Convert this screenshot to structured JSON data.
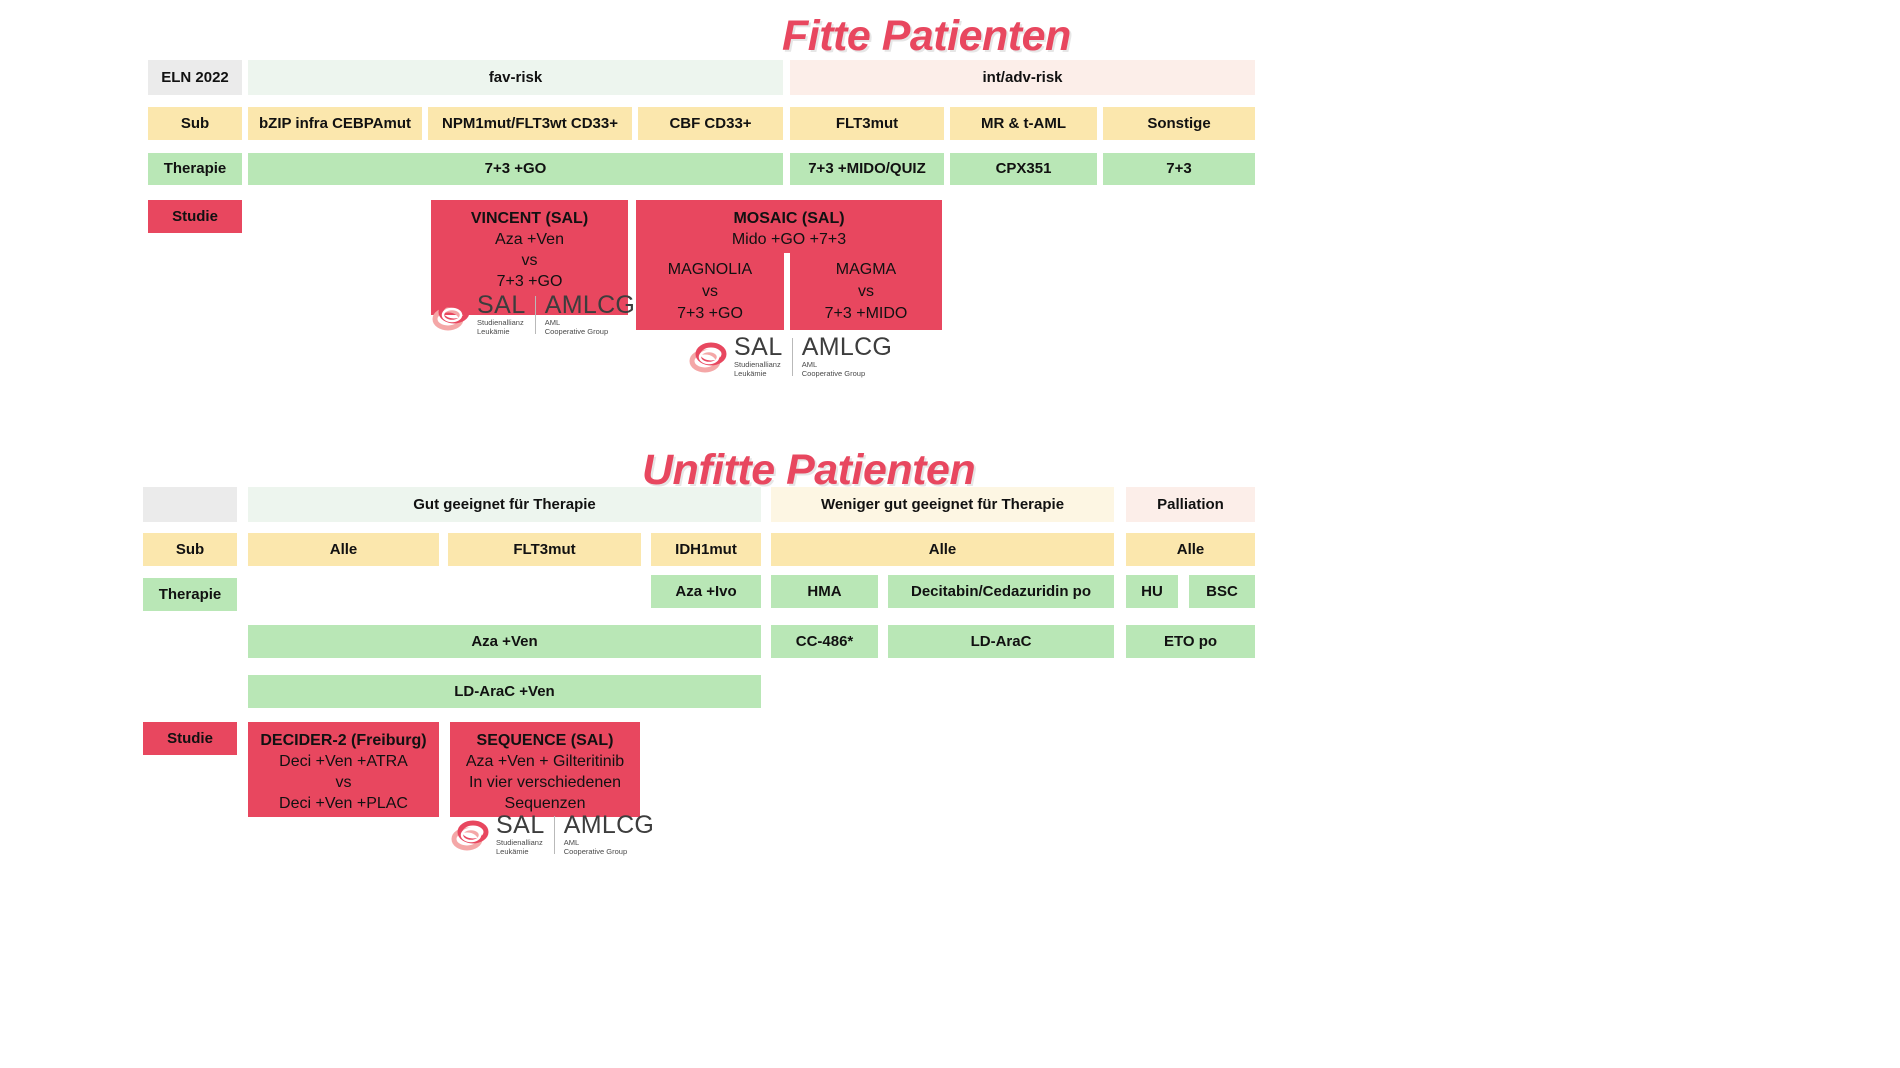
{
  "fit_section": {
    "title": "Fitte Patienten",
    "row_labels": {
      "eln": "ELN 2022",
      "sub": "Sub",
      "therapie": "Therapie",
      "studie": "Studie"
    },
    "risk_groups": [
      {
        "label": "fav-risk"
      },
      {
        "label": "int/adv-risk"
      }
    ],
    "sub_cells": [
      {
        "label": "bZIP infra CEBPAmut"
      },
      {
        "label": "NPM1mut/FLT3wt CD33+"
      },
      {
        "label": "CBF CD33+"
      },
      {
        "label": "FLT3mut"
      },
      {
        "label": "MR & t-AML"
      },
      {
        "label": "Sonstige"
      }
    ],
    "therapy_cells": [
      {
        "label": "7+3 +GO"
      },
      {
        "label": "7+3 +MIDO/QUIZ"
      },
      {
        "label": "CPX351"
      },
      {
        "label": "7+3"
      }
    ],
    "studies": [
      {
        "title": "VINCENT (SAL)",
        "lines": [
          "Aza +Ven",
          "vs",
          "7+3 +GO"
        ]
      },
      {
        "title": "MOSAIC (SAL)",
        "lines": [
          "Mido +GO +7+3"
        ],
        "arms": [
          {
            "name": "MAGNOLIA",
            "vs": "vs",
            "comparator": "7+3 +GO"
          },
          {
            "name": "MAGMA",
            "vs": "vs",
            "comparator": "7+3 +MIDO"
          }
        ]
      }
    ]
  },
  "unfit_section": {
    "title": "Unfitte Patienten",
    "row_labels": {
      "blank": "",
      "sub": "Sub",
      "therapie": "Therapie",
      "studie": "Studie"
    },
    "fitness_groups": [
      {
        "label": "Gut geeignet für Therapie"
      },
      {
        "label": "Weniger gut geeignet für Therapie"
      },
      {
        "label": "Palliation"
      }
    ],
    "sub_cells": [
      {
        "label": "Alle"
      },
      {
        "label": "FLT3mut"
      },
      {
        "label": "IDH1mut"
      },
      {
        "label": "Alle"
      },
      {
        "label": "Alle"
      }
    ],
    "therapy_row1": [
      {
        "label": "Aza +Ivo"
      },
      {
        "label": "HMA"
      },
      {
        "label": "Decitabin/Cedazuridin po"
      },
      {
        "label": "HU"
      },
      {
        "label": "BSC"
      }
    ],
    "therapy_row2": [
      {
        "label": "Aza +Ven"
      },
      {
        "label": "CC-486*"
      },
      {
        "label": "LD-AraC"
      },
      {
        "label": "ETO po"
      }
    ],
    "therapy_row3": [
      {
        "label": "LD-AraC +Ven"
      }
    ],
    "studies": [
      {
        "title": "DECIDER-2 (Freiburg)",
        "lines": [
          "Deci +Ven +ATRA",
          "vs",
          "Deci +Ven +PLAC"
        ]
      },
      {
        "title": "SEQUENCE (SAL)",
        "lines": [
          "Aza +Ven + Gilteritinib",
          "In vier verschiedenen",
          "Sequenzen"
        ]
      }
    ]
  },
  "logo": {
    "sal_name": "SAL",
    "sal_sub_line1": "Studienallianz",
    "sal_sub_line2": "Leukämie",
    "amlcg_name": "AMLCG",
    "amlcg_sub_line1": "AML",
    "amlcg_sub_line2": "Cooperative Group"
  },
  "colors": {
    "accent_red": "#e8475f",
    "yellow": "#fbe7ad",
    "green": "#b9e7b6",
    "green_light": "#edf5ee",
    "pink_light": "#fceee9",
    "cream_light": "#fdf6e3",
    "grey": "#ebebeb"
  }
}
